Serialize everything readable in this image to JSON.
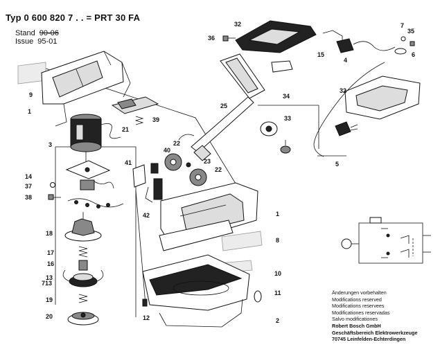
{
  "header": {
    "title": "Typ 0 600 820 7 . . = PRT 30 FA",
    "stand_label": "Stand",
    "stand_value": "90-06",
    "issue_label": "Issue",
    "issue_value": "95-01"
  },
  "callouts": [
    "1",
    "2",
    "3",
    "4",
    "5",
    "6",
    "7",
    "8",
    "9",
    "10",
    "11",
    "12",
    "13",
    "14",
    "15",
    "16",
    "17",
    "18",
    "19",
    "20",
    "21",
    "22",
    "23",
    "25",
    "32",
    "33",
    "34",
    "35",
    "36",
    "37",
    "38",
    "39",
    "40",
    "41",
    "42",
    "713"
  ],
  "footer": {
    "lines": [
      "Änderungen vorbehalten",
      "Modifications reserved",
      "Modifications reservees",
      "Modificationes reservadas",
      "Salvo modificationes"
    ],
    "company": [
      "Robert Bosch GmbH",
      "Geschäftsbereich Elektrowerkzeuge",
      "70745 Leinfelden-Echterdingen"
    ]
  }
}
